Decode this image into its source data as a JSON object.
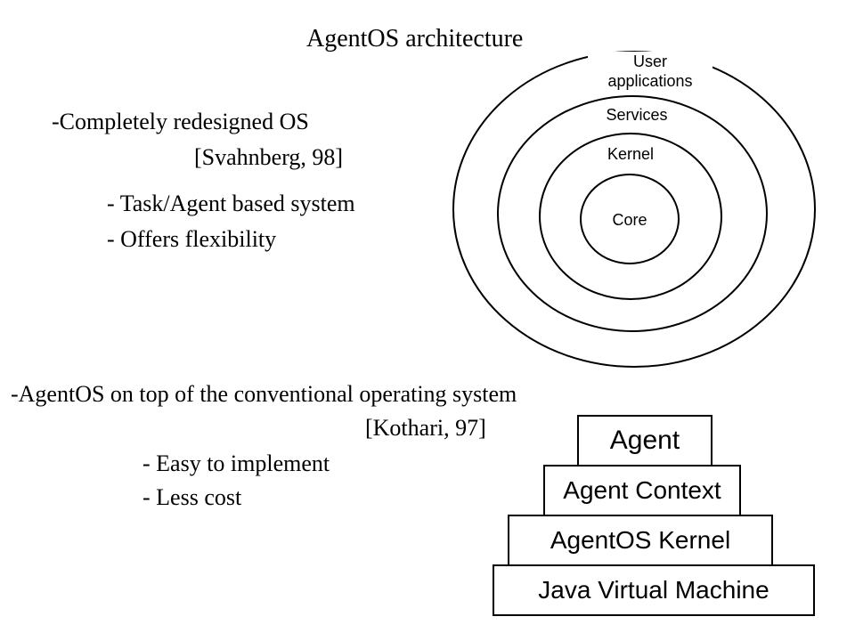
{
  "title": "AgentOS architecture",
  "section1": {
    "heading": "-Completely redesigned OS",
    "citation": "[Svahnberg, 98]",
    "bullets": [
      "- Task/Agent based system",
      "- Offers flexibility"
    ]
  },
  "section2": {
    "heading": "-AgentOS on top of the conventional operating system",
    "citation": "[Kothari, 97]",
    "bullets": [
      "- Easy to implement",
      "- Less cost"
    ]
  },
  "rings": {
    "user_line1": "User",
    "user_line2": "applications",
    "services": "Services",
    "kernel": "Kernel",
    "core": "Core"
  },
  "stack": [
    "Agent",
    "Agent Context",
    "AgentOS Kernel",
    "Java Virtual Machine"
  ]
}
